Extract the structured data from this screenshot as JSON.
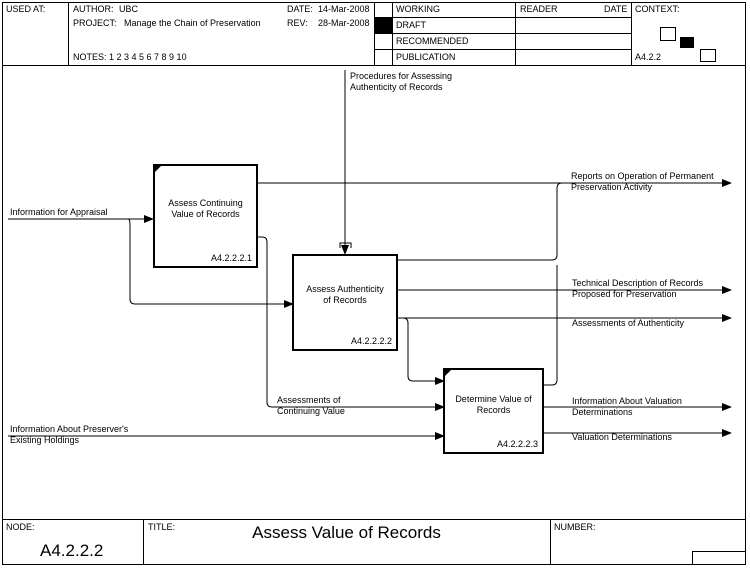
{
  "header": {
    "used_at": "USED AT:",
    "author_label": "AUTHOR:",
    "author": "UBC",
    "project_label": "PROJECT:",
    "project": "Manage the Chain of Preservation",
    "date_label": "DATE:",
    "date": "14-Mar-2008",
    "rev_label": "REV:",
    "rev": "28-Mar-2008",
    "notes": "NOTES:  1  2  3  4  5  6  7  8  9  10",
    "status": [
      "WORKING",
      "DRAFT",
      "RECOMMENDED",
      "PUBLICATION"
    ],
    "reader": "READER",
    "reader_date": "DATE",
    "context": "CONTEXT:",
    "context_node": "A4.2.2"
  },
  "boxes": [
    {
      "title": "Assess Continuing Value of Records",
      "number": "A4.2.2.2.1"
    },
    {
      "title": "Assess Authenticity of Records",
      "number": "A4.2.2.2.2"
    },
    {
      "title": "Determine Value of Records",
      "number": "A4.2.2.2.3"
    }
  ],
  "arrows": {
    "procedures": "Procedures for Assessing Authenticity of Records",
    "info_appraisal": "Information for Appraisal",
    "info_holdings": "Information About Preserver's Existing Holdings",
    "assess_continuing": "Assessments of Continuing Value",
    "reports": "Reports on Operation of Permanent Preservation Activity",
    "tech_desc": "Technical Description of Records Proposed for Preservation",
    "assess_auth": "Assessments of Authenticity",
    "info_valuation": "Information About Valuation Determinations",
    "valuation": "Valuation Determinations"
  },
  "footer": {
    "node_label": "NODE:",
    "node": "A4.2.2.2",
    "title_label": "TITLE:",
    "title": "Assess Value of Records",
    "number_label": "NUMBER:"
  }
}
